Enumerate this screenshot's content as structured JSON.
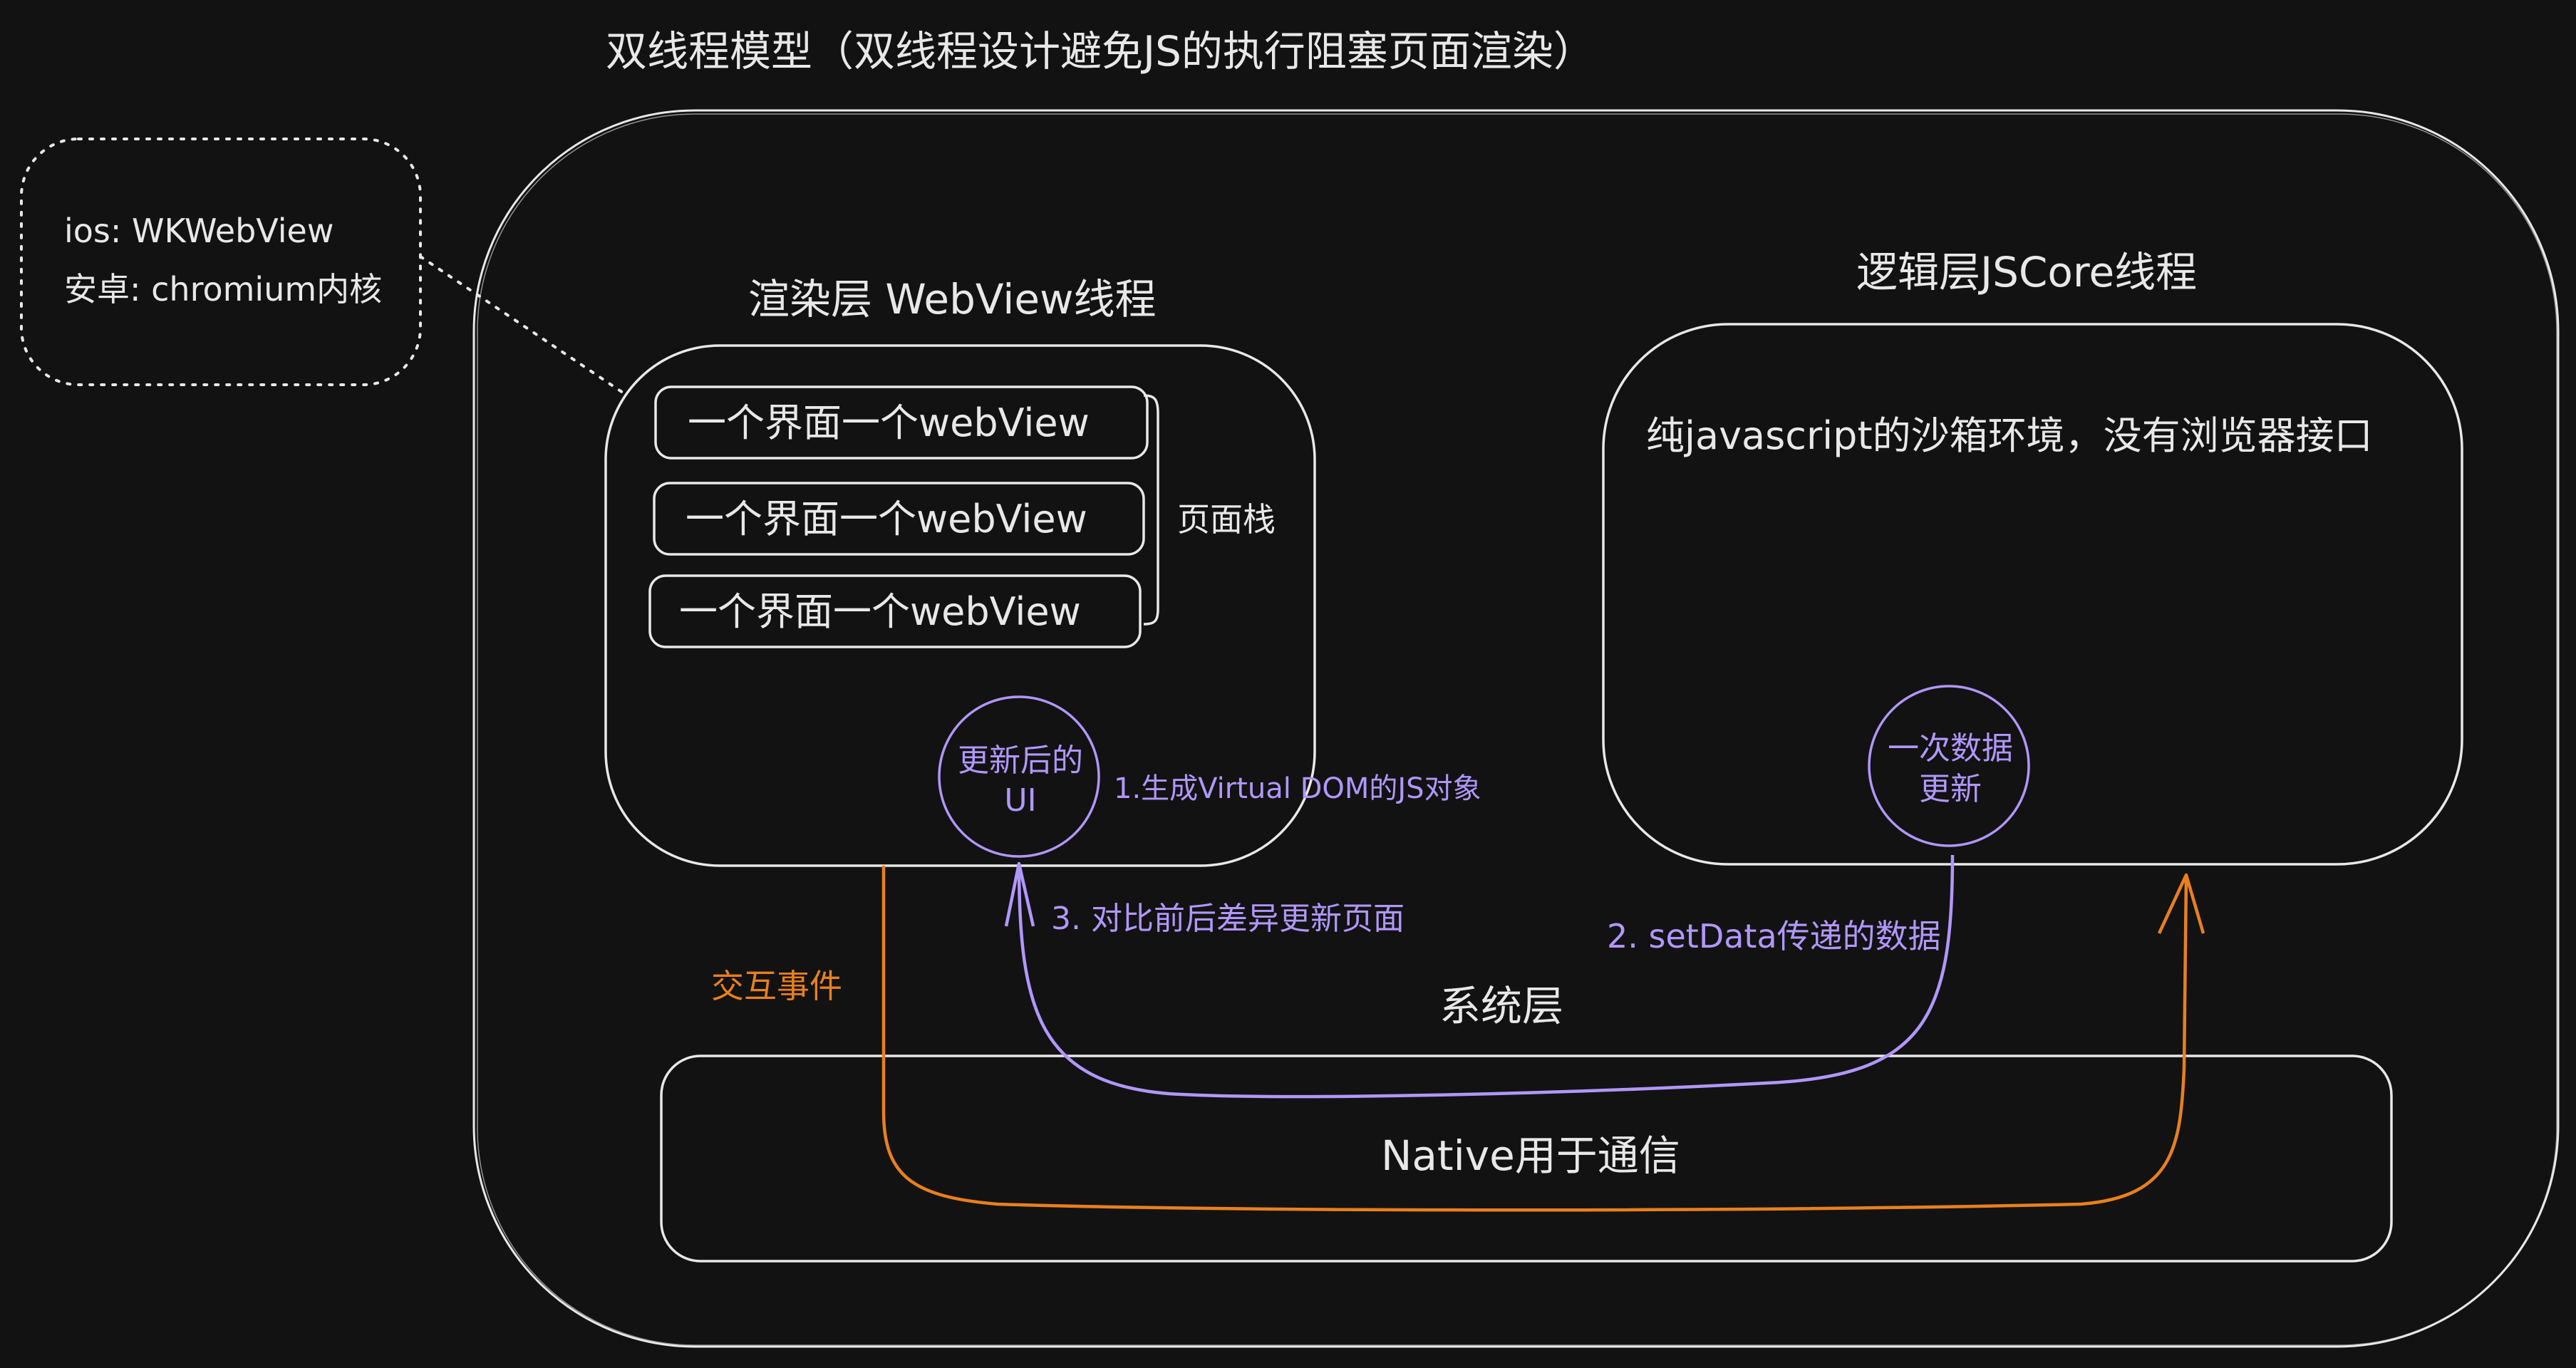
{
  "title": "双线程模型（双线程设计避免JS的执行阻塞页面渲染）",
  "platform_note": {
    "ios": "ios: WKWebView",
    "android": "安卓: chromium内核"
  },
  "render_layer": {
    "title": "渲染层 WebView线程",
    "webviews": [
      "一个界面一个webView",
      "一个界面一个webView",
      "一个界面一个webView"
    ],
    "stack_label": "页面栈",
    "updated_ui": [
      "更新后的",
      "UI"
    ]
  },
  "logic_layer": {
    "title": "逻辑层JSCore线程",
    "description": "纯javascript的沙箱环境，没有浏览器接口",
    "data_update": [
      "一次数据",
      "更新"
    ]
  },
  "system_layer": {
    "title": "系统层",
    "native": "Native用于通信"
  },
  "annotations": {
    "step1": "1.生成Virtual DOM的JS对象",
    "step2": "2. setData传递的数据",
    "step3": "3. 对比前后差异更新页面",
    "interaction": "交互事件"
  },
  "colors": {
    "background": "#121212",
    "stroke": "#e8e8e8",
    "purple": "#b197fc",
    "orange": "#e8801e"
  }
}
